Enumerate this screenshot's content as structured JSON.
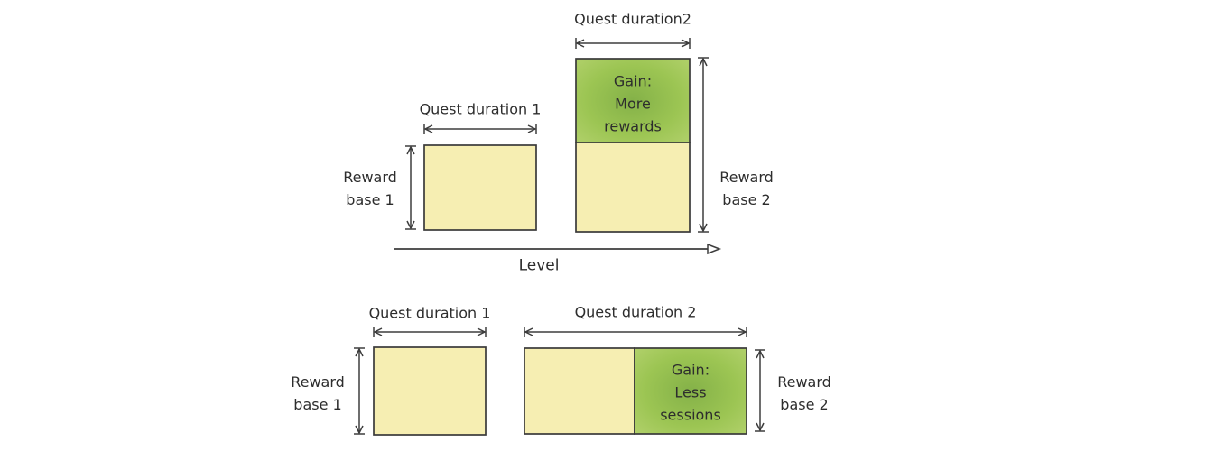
{
  "colors": {
    "background": "#ffffff",
    "reward_base_fill": "#f6eeb2",
    "gain_green_center": "#84b148",
    "gain_green_edge": "#b4d26e",
    "box_outline": "#3a3a3a",
    "arrow": "#3d3d3d",
    "text": "#2d2d2d"
  },
  "top_diagram": {
    "quest1_label": "Quest duration 1",
    "quest2_label": "Quest duration2",
    "reward_base_1": [
      "Reward",
      "base 1"
    ],
    "reward_base_2": [
      "Reward",
      "base 2"
    ],
    "gain": [
      "Gain:",
      "More",
      "rewards"
    ],
    "axis_label": "Level"
  },
  "bottom_diagram": {
    "quest1_label": "Quest duration 1",
    "quest2_label": "Quest duration 2",
    "reward_base_1": [
      "Reward",
      "base 1"
    ],
    "reward_base_2": [
      "Reward",
      "base 2"
    ],
    "gain": [
      "Gain:",
      "Less",
      "sessions"
    ]
  }
}
